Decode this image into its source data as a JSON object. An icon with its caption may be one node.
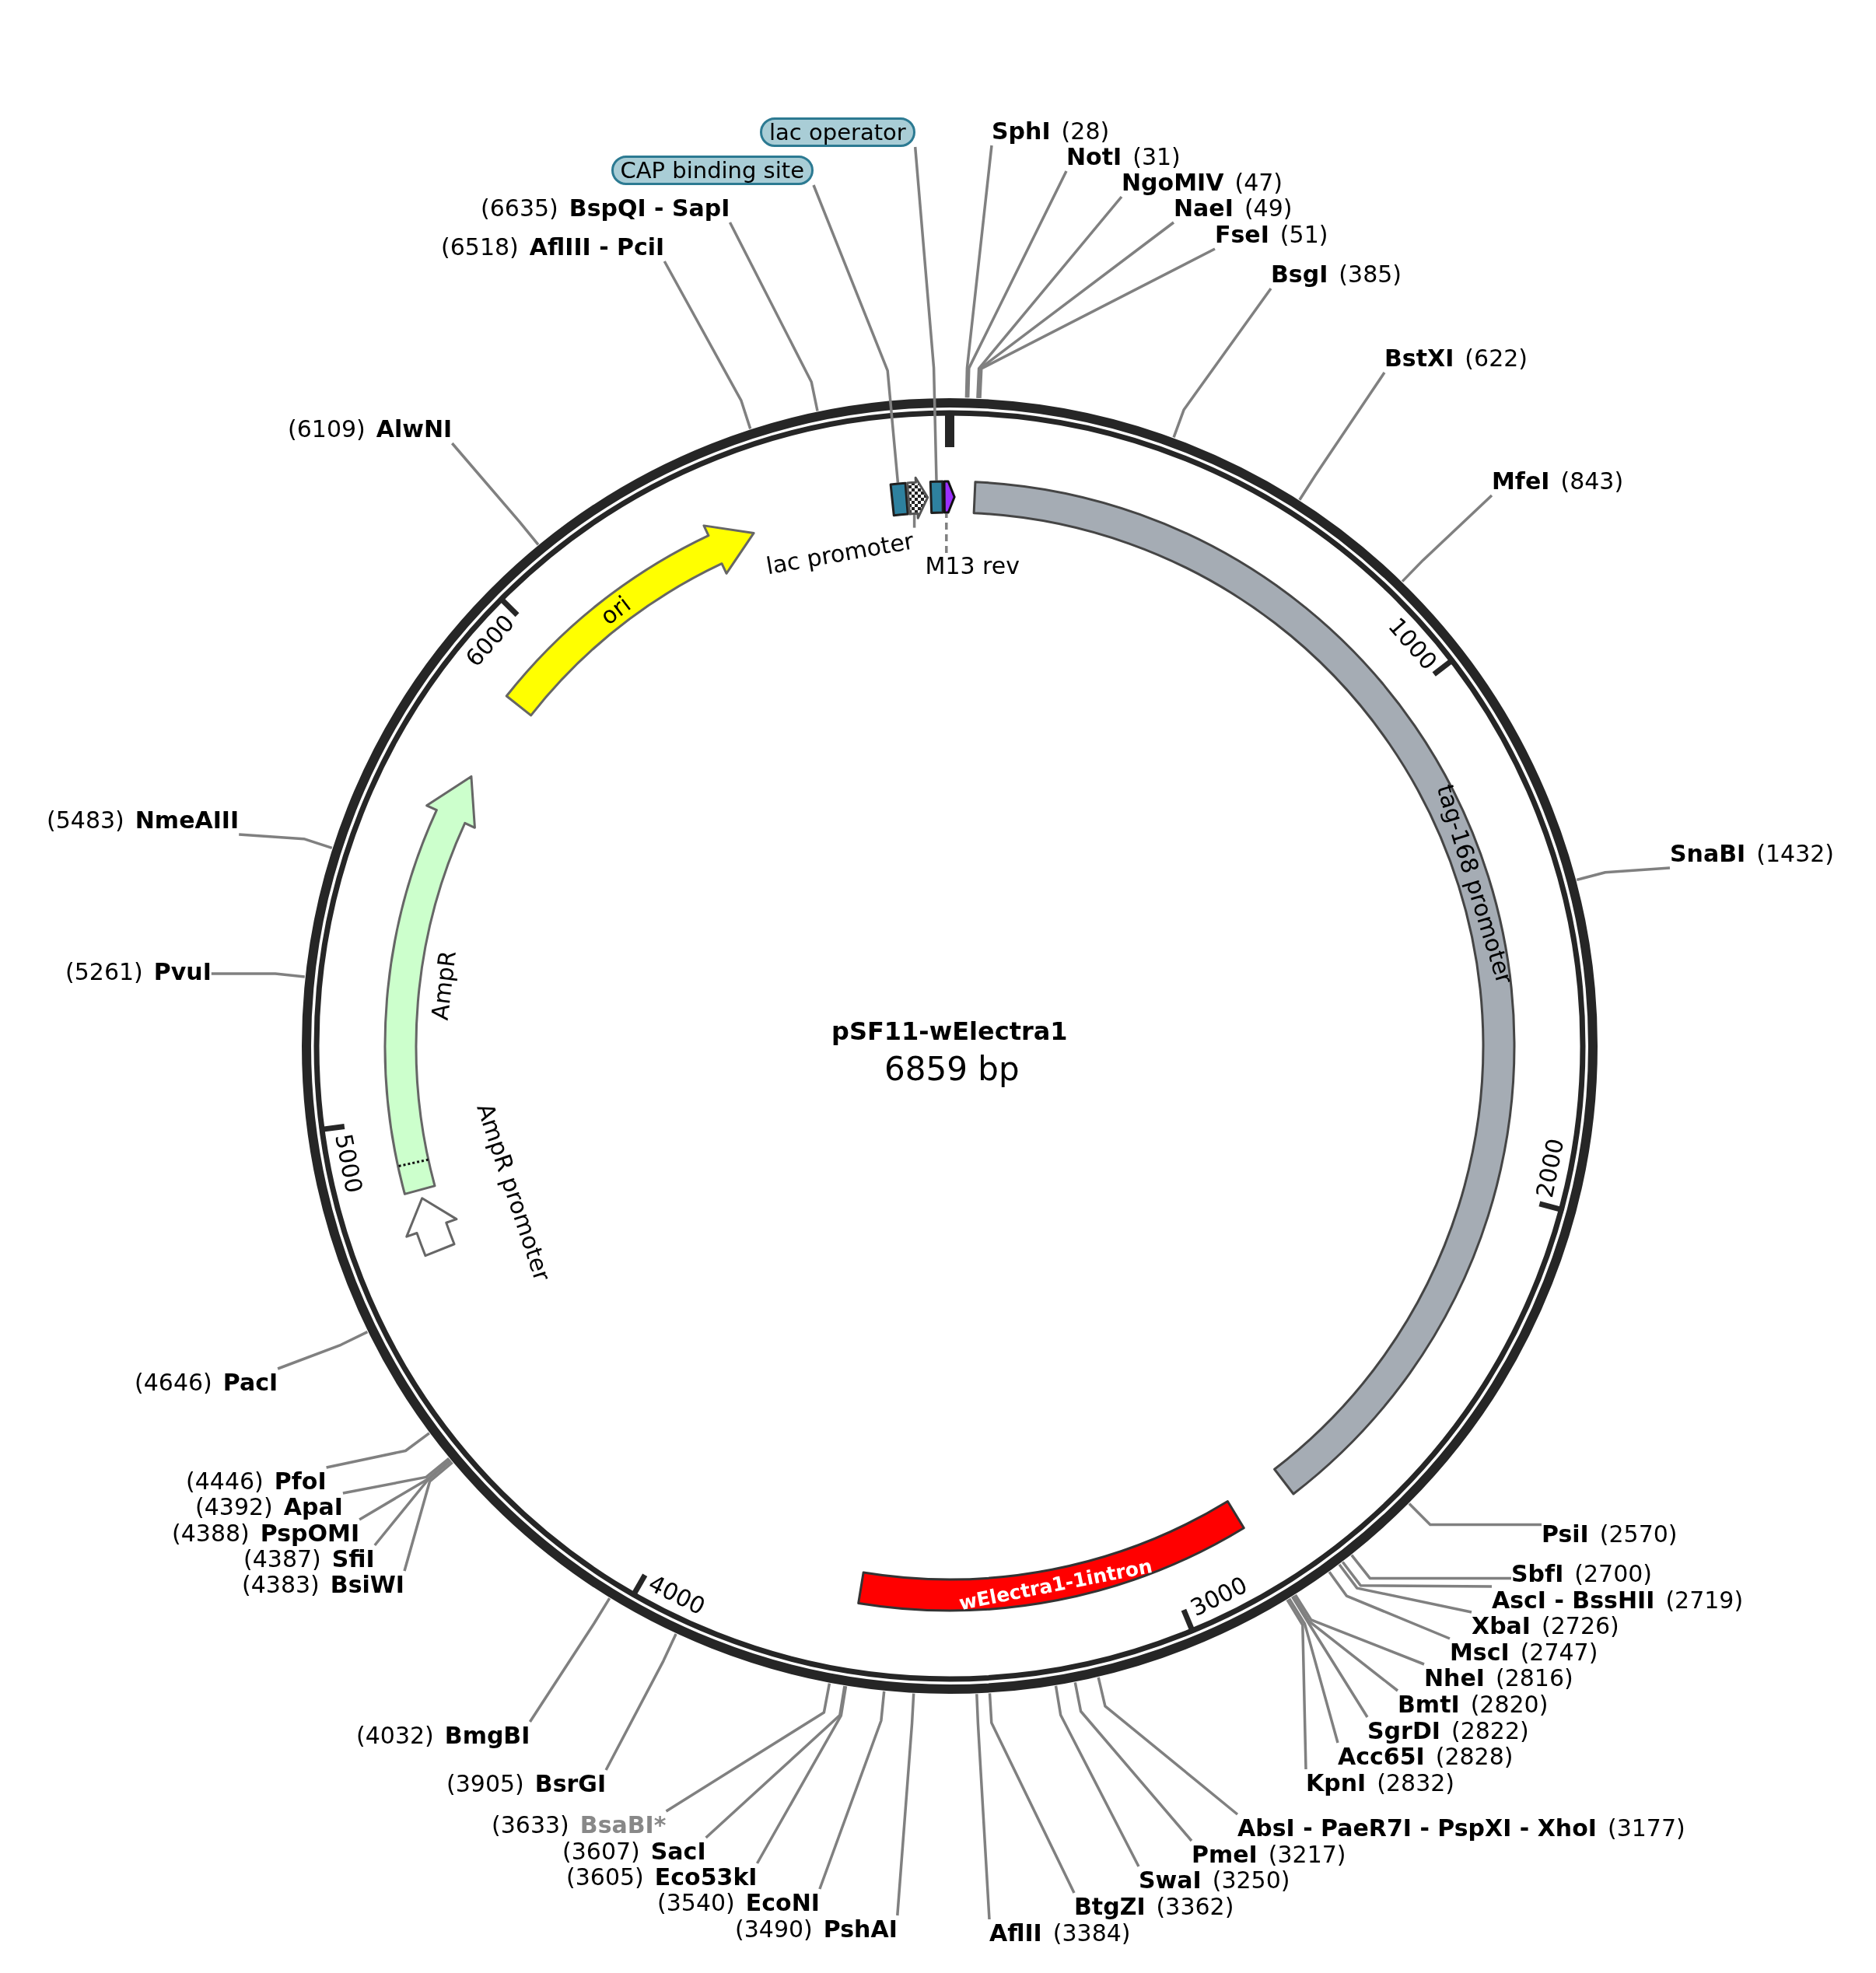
{
  "diagram": {
    "title": "pSF11-wElectra1",
    "nodes": [
      {
        "text": [
          "lac operator"
        ]
      },
      {
        "text": [
          "SphI",
          "(28)"
        ]
      },
      {
        "text": [
          "NotI",
          "(31)"
        ]
      },
      {
        "text": [
          "CAP binding site"
        ]
      },
      {
        "text": [
          "NgoMIV",
          "(47)"
        ]
      },
      {
        "text": [
          "(6635)",
          "BspQI - SapI"
        ]
      },
      {
        "text": [
          "NaeI",
          "(49)"
        ]
      },
      {
        "text": [
          "FseI",
          "(51)"
        ]
      },
      {
        "text": [
          "(6518)",
          "AflIII - PciI"
        ]
      },
      {
        "text": [
          "BsgI",
          "(385)"
        ]
      },
      {
        "text": [
          "BstXI",
          "(622)"
        ]
      },
      {
        "text": [
          "(6109)",
          "AlwNI"
        ]
      },
      {
        "text": [
          "MfeI",
          "(843)"
        ]
      },
      {
        "text": [],
        "shape": "box"
      },
      {
        "text": [],
        "shape": "arrow"
      },
      {
        "text": [],
        "shape": "box"
      },
      {
        "text": [],
        "shape": "arrow"
      },
      {
        "text": [
          "tag-168 promoter"
        ]
      },
      {
        "text": [
          "lac promoter"
        ]
      },
      {
        "text": [
          "M13 rev"
        ]
      },
      {
        "text": [
          "ori"
        ]
      },
      {
        "text": [
          "(5483)",
          "NmeAIII"
        ]
      },
      {
        "text": [
          "AmpR"
        ]
      },
      {
        "text": [
          "SnaBI",
          "(1432)"
        ]
      },
      {
        "text": [
          "(5261)",
          "PvuI"
        ]
      },
      {
        "text": [
          "AmpR promoter"
        ]
      },
      {
        "text": [
          "(4646)",
          "PacI"
        ]
      },
      {
        "text": [
          "(4446)",
          "PfoI"
        ]
      },
      {
        "text": [
          "(4392)",
          "ApaI"
        ]
      },
      {
        "text": [
          "wElectra1-1intron"
        ]
      },
      {
        "text": [
          "(4388)",
          "PspOMI"
        ]
      },
      {
        "text": [
          "PsiI",
          "(2570)"
        ]
      },
      {
        "text": [
          "(4387)",
          "SfiI"
        ]
      },
      {
        "text": [
          "SbfI",
          "(2700)"
        ]
      },
      {
        "text": [
          "(4383)",
          "BsiWI"
        ]
      },
      {
        "text": [
          "AscI - BssHII",
          "(2719)"
        ]
      },
      {
        "text": [
          "XbaI",
          "(2726)"
        ]
      },
      {
        "text": [
          "MscI",
          "(2747)"
        ]
      },
      {
        "text": [
          "NheI",
          "(2816)"
        ]
      },
      {
        "text": [
          "BmtI",
          "(2820)"
        ]
      },
      {
        "text": [
          "SgrDI",
          "(2822)"
        ]
      },
      {
        "text": [
          "(4032)",
          "BmgBI"
        ]
      },
      {
        "text": [
          "Acc65I",
          "(2828)"
        ]
      },
      {
        "text": [
          "KpnI",
          "(2832)"
        ]
      },
      {
        "text": [
          "(3905)",
          "BsrGI"
        ]
      },
      {
        "text": [
          "(3633)",
          "BsaBI*"
        ]
      },
      {
        "text": [
          "AbsI - PaeR7I - PspXI - XhoI",
          "(3177)"
        ]
      },
      {
        "text": [
          "(3607)",
          "SacI"
        ]
      },
      {
        "text": [
          "PmeI",
          "(3217)"
        ]
      },
      {
        "text": [
          "(3605)",
          "Eco53kI"
        ]
      },
      {
        "text": [
          "SwaI",
          "(3250)"
        ]
      },
      {
        "text": [
          "(3540)",
          "EcoNI"
        ]
      },
      {
        "text": [
          "BtgZI",
          "(3362)"
        ]
      },
      {
        "text": [
          "(3490)",
          "PshAI"
        ]
      },
      {
        "text": [
          "AflII",
          "(3384)"
        ]
      }
    ],
    "edges": [
      {
        "from": 0,
        "to": 15,
        "arrow": "none"
      },
      {
        "from": 1,
        "to": null,
        "arrow": "none"
      },
      {
        "from": 2,
        "to": null,
        "arrow": "none"
      },
      {
        "from": 3,
        "to": 13,
        "arrow": "none"
      },
      {
        "from": 4,
        "to": null,
        "arrow": "none"
      },
      {
        "from": 5,
        "to": null,
        "arrow": "none"
      },
      {
        "from": 6,
        "to": null,
        "arrow": "none"
      },
      {
        "from": 7,
        "to": null,
        "arrow": "none"
      },
      {
        "from": 8,
        "to": null,
        "arrow": "none"
      },
      {
        "from": 9,
        "to": null,
        "arrow": "none"
      },
      {
        "from": 10,
        "to": null,
        "arrow": "none"
      },
      {
        "from": 11,
        "to": null,
        "arrow": "none"
      },
      {
        "from": 12,
        "to": null,
        "arrow": "none"
      },
      {
        "from": 18,
        "to": 14,
        "arrow": "none"
      },
      {
        "from": 19,
        "to": 16,
        "arrow": "none",
        "style": "dashed"
      },
      {
        "from": 21,
        "to": null,
        "arrow": "none"
      },
      {
        "from": 23,
        "to": null,
        "arrow": "none"
      },
      {
        "from": 24,
        "to": null,
        "arrow": "none"
      },
      {
        "from": 26,
        "to": null,
        "arrow": "none"
      },
      {
        "from": 27,
        "to": null,
        "arrow": "none"
      },
      {
        "from": 28,
        "to": null,
        "arrow": "none"
      },
      {
        "from": 30,
        "to": null,
        "arrow": "none"
      },
      {
        "from": 31,
        "to": null,
        "arrow": "none"
      },
      {
        "from": 32,
        "to": null,
        "arrow": "none"
      },
      {
        "from": 33,
        "to": null,
        "arrow": "none"
      },
      {
        "from": 34,
        "to": null,
        "arrow": "none"
      },
      {
        "from": 35,
        "to": null,
        "arrow": "none"
      },
      {
        "from": 36,
        "to": null,
        "arrow": "none"
      },
      {
        "from": 37,
        "to": null,
        "arrow": "none"
      },
      {
        "from": 38,
        "to": null,
        "arrow": "none"
      },
      {
        "from": 39,
        "to": null,
        "arrow": "none"
      },
      {
        "from": 40,
        "to": null,
        "arrow": "none"
      },
      {
        "from": 41,
        "to": null,
        "arrow": "none"
      },
      {
        "from": 42,
        "to": null,
        "arrow": "none"
      },
      {
        "from": 43,
        "to": null,
        "arrow": "none"
      },
      {
        "from": 44,
        "to": null,
        "arrow": "none"
      },
      {
        "from": 45,
        "to": null,
        "arrow": "none"
      },
      {
        "from": 46,
        "to": null,
        "arrow": "none"
      },
      {
        "from": 47,
        "to": null,
        "arrow": "none"
      },
      {
        "from": 48,
        "to": null,
        "arrow": "none"
      },
      {
        "from": 49,
        "to": null,
        "arrow": "none"
      },
      {
        "from": 50,
        "to": null,
        "arrow": "none"
      },
      {
        "from": 51,
        "to": null,
        "arrow": "none"
      },
      {
        "from": 52,
        "to": null,
        "arrow": "none"
      },
      {
        "from": 53,
        "to": null,
        "arrow": "none"
      },
      {
        "from": 54,
        "to": null,
        "arrow": "none"
      }
    ],
    "labels": [
      "6000",
      "1000",
      "6859 bp",
      "5000",
      "2000",
      "4000",
      "3000"
    ]
  }
}
